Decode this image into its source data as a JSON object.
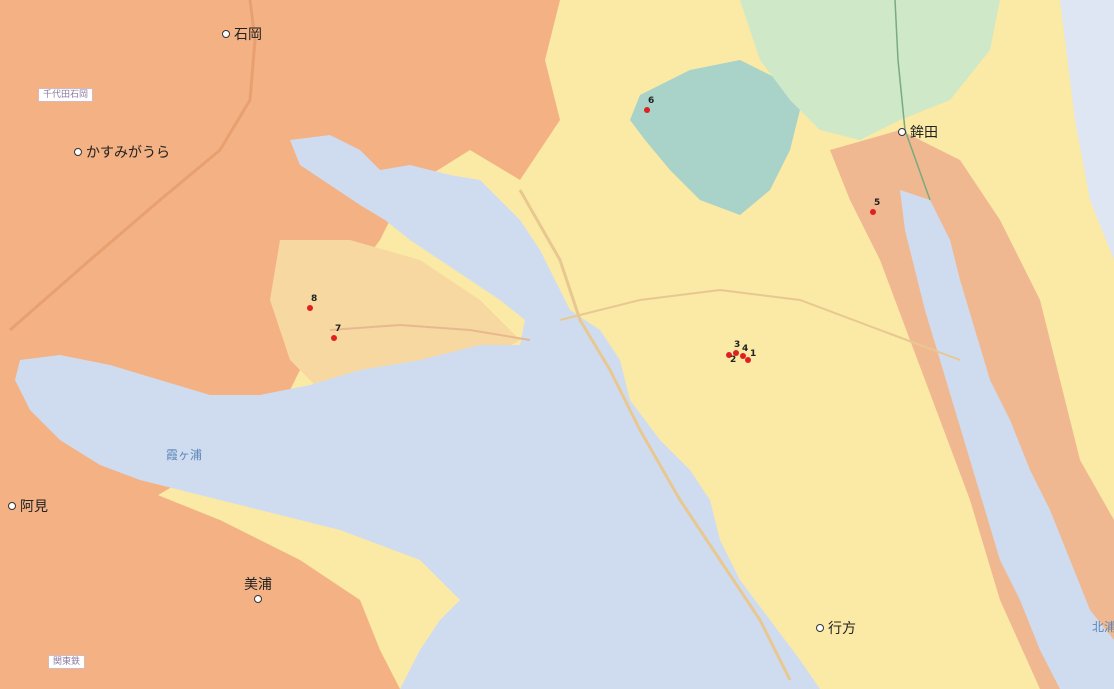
{
  "map": {
    "cities": [
      {
        "id": "ishioka",
        "label": "石岡"
      },
      {
        "id": "kasumigaura-city",
        "label": "かすみがうら"
      },
      {
        "id": "hokota",
        "label": "鉾田"
      },
      {
        "id": "ami",
        "label": "阿見"
      },
      {
        "id": "miho",
        "label": "美浦"
      },
      {
        "id": "namegata",
        "label": "行方"
      }
    ],
    "water_labels": [
      {
        "id": "kasumigaura-lake",
        "label": "霞ヶ浦"
      },
      {
        "id": "kitaura",
        "label": "北浦"
      }
    ],
    "road_labels": [
      {
        "id": "road-top-left",
        "label": "千代田石岡"
      },
      {
        "id": "road-bottom-left",
        "label": "関東鉄"
      }
    ],
    "sites": [
      {
        "id": "1",
        "label": "1"
      },
      {
        "id": "2",
        "label": "2"
      },
      {
        "id": "3",
        "label": "3"
      },
      {
        "id": "4",
        "label": "4"
      },
      {
        "id": "5",
        "label": "5"
      },
      {
        "id": "6",
        "label": "6"
      },
      {
        "id": "7",
        "label": "7"
      },
      {
        "id": "8",
        "label": "8"
      }
    ],
    "colors": {
      "orange_zone": "#f3b184",
      "yellow_zone": "#fbe9a6",
      "teal_zone": "#a9d2c8",
      "green_zone": "#cfe8c8",
      "water": "#cfdcf0",
      "site_dot": "#e02020",
      "city_label": "#222222",
      "water_label": "#5c86b8"
    }
  }
}
